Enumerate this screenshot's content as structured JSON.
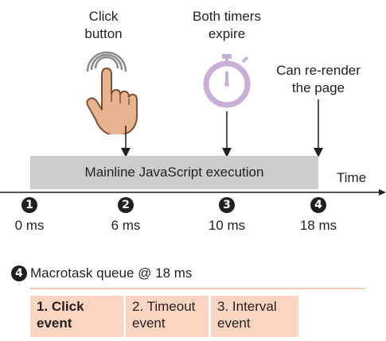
{
  "annotations": {
    "click_button": "Click\nbutton",
    "timers_expire": "Both timers\nexpire",
    "rerender": "Can re-render\nthe page"
  },
  "execution_bar": "Mainline JavaScript execution",
  "axis_label": "Time",
  "markers": [
    {
      "number": "1",
      "time": "0 ms"
    },
    {
      "number": "2",
      "time": "6 ms"
    },
    {
      "number": "3",
      "time": "10 ms"
    },
    {
      "number": "4",
      "time": "18 ms"
    }
  ],
  "queue": {
    "marker_number": "4",
    "title": "Macrotask queue @ 18 ms",
    "items": [
      "1. Click\nevent",
      "2. Timeout\nevent",
      "3. Interval\nevent"
    ]
  },
  "colors": {
    "bar": "#cccccc",
    "queue_cell": "#fbd5c2",
    "queue_line": "#f7c7ae",
    "timer_icon": "#c9aed6",
    "hand_icon": "#e8b48f"
  }
}
